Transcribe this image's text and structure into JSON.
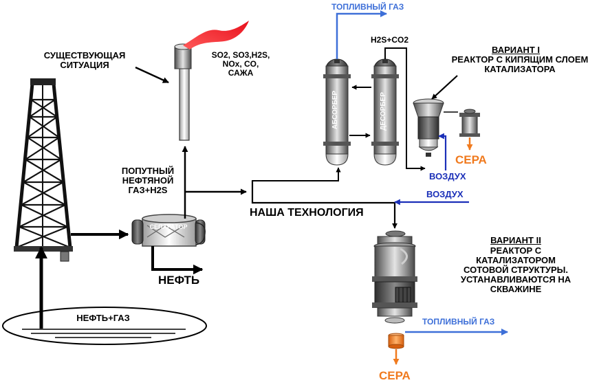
{
  "labels": {
    "existing_situation": "СУЩЕСТВУЮЩАЯ\nСИТУАЦИЯ",
    "emissions": "SO2, SO3,H2S,\nNOx, CO,\nСАЖА",
    "associated_gas": "ПОПУТНЫЙ\nНЕФТЯНОЙ\nГАЗ+H2S",
    "separator": "СЕПАРАТОР",
    "oil": "НЕФТЬ",
    "oil_gas": "НЕФТЬ+ГАЗ",
    "our_technology": "НАША ТЕХНОЛОГИЯ",
    "fuel_gas_top": "ТОПЛИВНЫЙ ГАЗ",
    "h2s_co2": "H2S+CO2",
    "absorber": "АБСОРБЕР",
    "desorber": "ДЕСОРБЕР",
    "variant1_title": "ВАРИАНТ I",
    "variant1_desc": "РЕАКТОР С КИПЯЩИМ СЛОЕМ\nКАТАЛИЗАТОРА",
    "sulfur_1": "СЕРА",
    "air_1": "ВОЗДУХ",
    "air_2": "ВОЗДУХ",
    "variant2_title": "ВАРИАНТ II",
    "variant2_desc": "РЕАКТОР С\nКАТАЛИЗАТОРОМ\nСОТОВОЙ СТРУКТУРЫ.\nУСТАНАВЛИВАЮТСЯ НА\nСКВАЖИНЕ",
    "fuel_gas_bottom": "ТОПЛИВНЫЙ ГАЗ",
    "sulfur_2": "СЕРА"
  },
  "colors": {
    "flow_black": "#000000",
    "fuel_gas_blue": "#3d6fd8",
    "air_blue": "#1a2fb8",
    "sulfur_orange": "#f07a1e",
    "flame_red": "#e8101c",
    "equipment_gray": "#8a8a8a"
  }
}
